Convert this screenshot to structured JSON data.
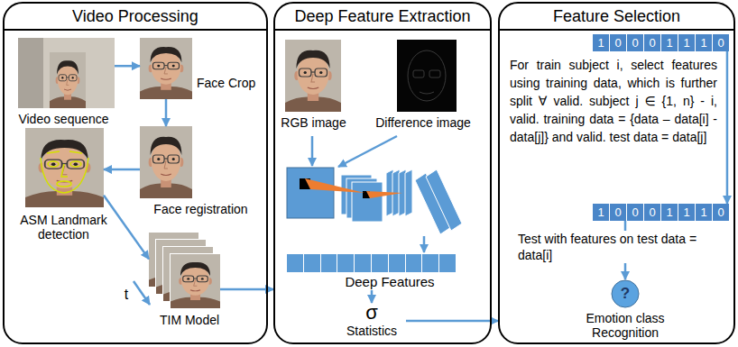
{
  "diagram": {
    "nodes": [
      {
        "text": [
          "Video Processing"
        ]
      },
      {
        "text": [
          "Video sequence"
        ],
        "in": 0
      },
      {
        "text": [
          "Face Crop"
        ],
        "in": 0
      },
      {
        "text": [
          "Face registration"
        ],
        "in": 0
      },
      {
        "text": [
          "ASM Landmark detection"
        ],
        "in": 0
      },
      {
        "text": [
          "TIM Model"
        ],
        "in": 0
      },
      {
        "text": [
          "Deep Feature Extraction"
        ]
      },
      {
        "text": [
          "RGB image"
        ],
        "in": 6
      },
      {
        "text": [
          "Difference image"
        ],
        "in": 6
      },
      {
        "text": [
          "Deep Features"
        ],
        "in": 6
      },
      {
        "text": [
          "σ",
          "Statistics"
        ],
        "in": 6
      },
      {
        "text": [
          "Feature Selection"
        ]
      },
      {
        "text": [
          "1",
          "0",
          "0",
          "0",
          "1",
          "1",
          "1",
          "0"
        ],
        "in": 11
      },
      {
        "text": [
          "1",
          "0",
          "0",
          "0",
          "1",
          "1",
          "1",
          "0"
        ],
        "in": 11
      },
      {
        "text": [
          "?",
          "Emotion class Recognition"
        ],
        "in": 11
      }
    ],
    "edges": [
      {
        "from": 1,
        "to": 2,
        "arrow": "to"
      },
      {
        "from": 2,
        "to": 3,
        "arrow": "to"
      },
      {
        "from": 3,
        "to": 4,
        "arrow": "to"
      },
      {
        "from": 4,
        "to": 5,
        "arrow": "to"
      },
      {
        "from": 5,
        "to": 6,
        "arrow": "to"
      },
      {
        "from": 9,
        "to": 10,
        "arrow": "to"
      },
      {
        "from": 10,
        "to": 11,
        "arrow": "to"
      },
      {
        "from": 12,
        "to": 13,
        "arrow": "to"
      },
      {
        "from": 13,
        "to": 14,
        "label": "Test with features on test data = data[i]",
        "arrow": "to"
      }
    ],
    "labels": [
      "t",
      "For train subject i, select features using training data, which is further split ∀ valid. subject j ∈ {1, n} - i, valid. training data = {data – data[i] - data[j]} and valid. test data = data[j]"
    ]
  }
}
